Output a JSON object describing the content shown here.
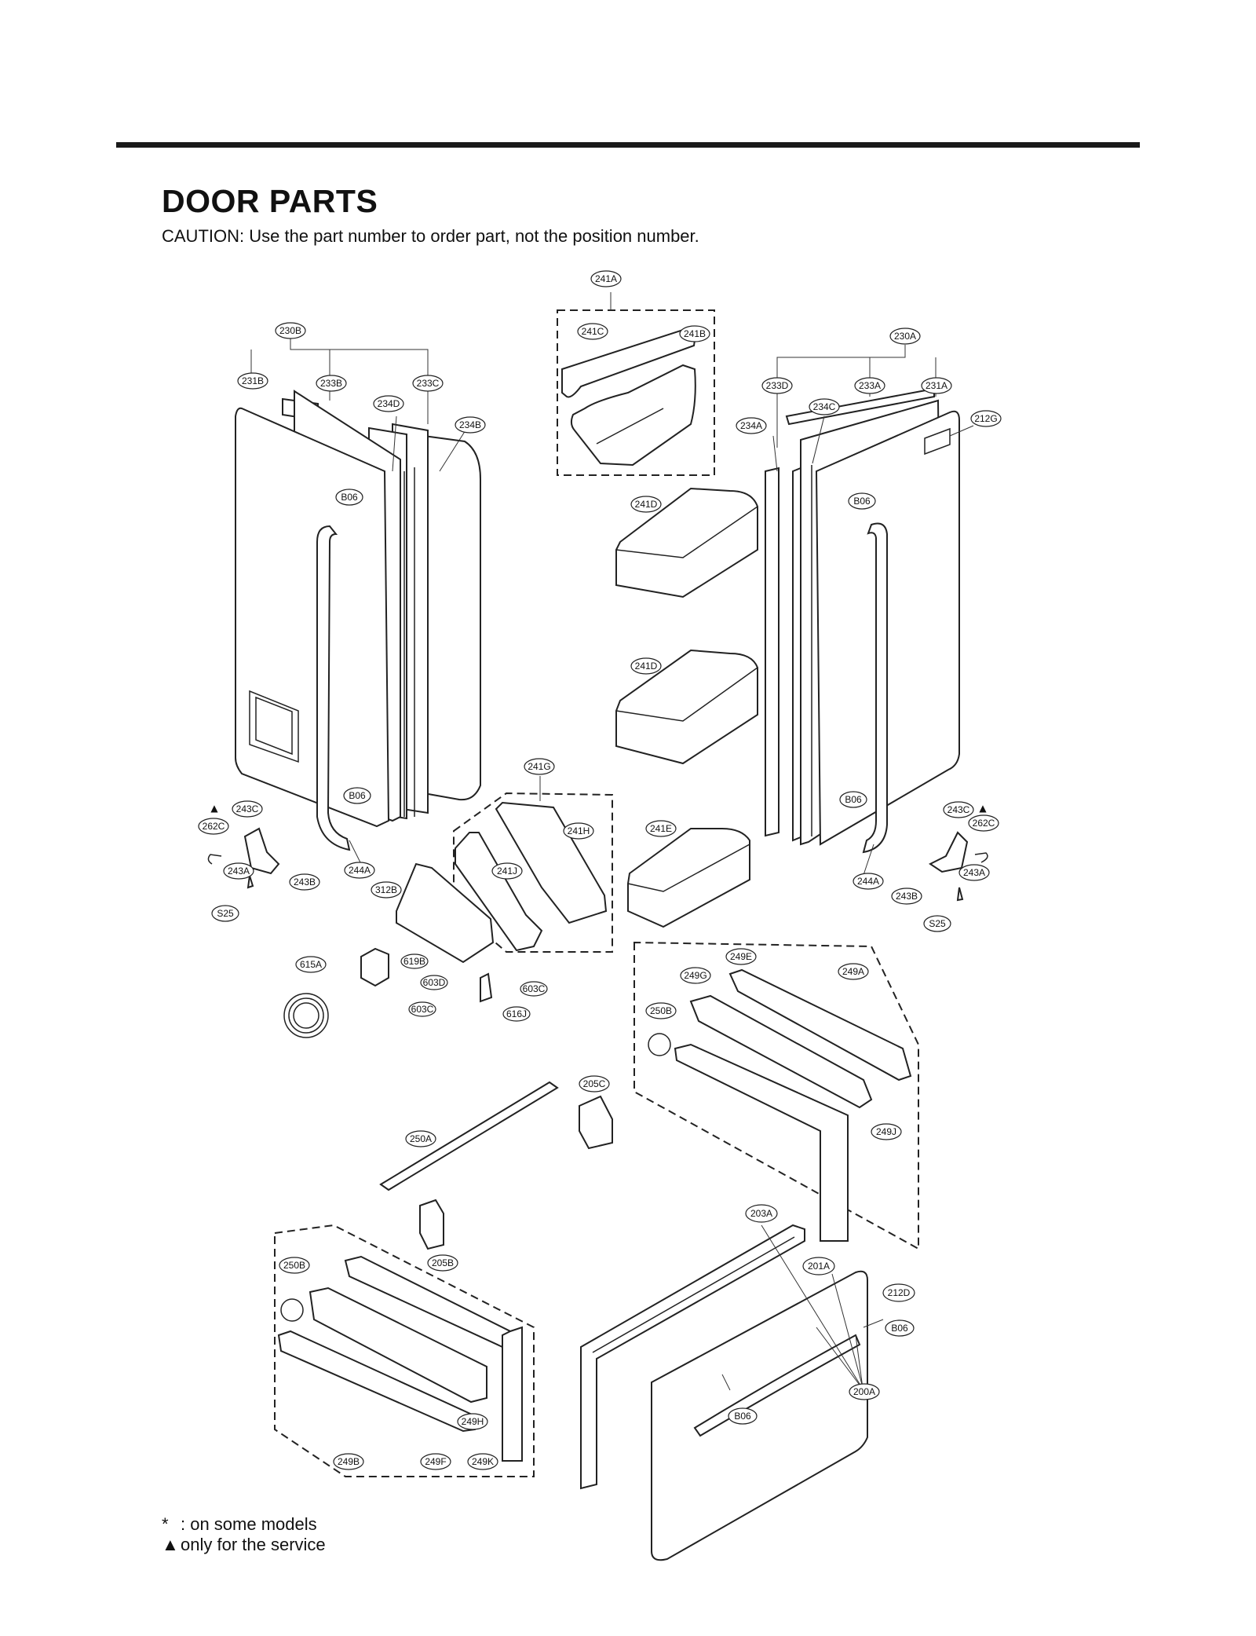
{
  "header": {
    "title": "DOOR PARTS",
    "caution": "CAUTION: Use the part number to order part, not the position number."
  },
  "legend": {
    "some_models_symbol": "*",
    "some_models_text": ": on some models",
    "service_symbol": "▲",
    "service_text": "only for the service"
  },
  "callouts": {
    "c241A": "241A",
    "c241C": "241C",
    "c241B": "241B",
    "c230B": "230B",
    "c231B": "231B",
    "c233B": "233B",
    "c233C": "233C",
    "c234D": "234D",
    "c234B": "234B",
    "c230A": "230A",
    "c233D": "233D",
    "c233A": "233A",
    "c231A": "231A",
    "c234C": "234C",
    "c234A": "234A",
    "c212G": "212G",
    "c241D1": "241D",
    "c241D2": "241D",
    "c241G": "241G",
    "c241H": "241H",
    "c241J": "241J",
    "c241E": "241E",
    "cB06a": "B06",
    "cB06b": "B06",
    "cB06c": "B06",
    "cB06d": "B06",
    "cB06e": "B06",
    "cB06f": "B06",
    "c243CL": "243C",
    "c262CL": "262C",
    "c243AL": "243A",
    "c243BL": "243B",
    "cS25L": "S25",
    "c244AL": "244A",
    "c243CR": "243C",
    "c262CR": "262C",
    "c243AR": "243A",
    "c243BR": "243B",
    "cS25R": "S25",
    "c244AR": "244A",
    "c312B": "312B",
    "c615A": "615A",
    "c619B": "619B",
    "c603D": "603D",
    "c603C1": "603C",
    "c603C2": "603C",
    "c616J": "616J",
    "c249E": "249E",
    "c249G": "249G",
    "c249A": "249A",
    "c250B1": "250B",
    "c249J": "249J",
    "c205C": "205C",
    "c250A": "250A",
    "c203A": "203A",
    "c201A": "201A",
    "c212D": "212D",
    "c200A": "200A",
    "c205B": "205B",
    "c250B2": "250B",
    "c249H": "249H",
    "c249B": "249B",
    "c249F": "249F",
    "c249K": "249K"
  },
  "service_markers": {
    "left": "▲",
    "right": "▲"
  }
}
